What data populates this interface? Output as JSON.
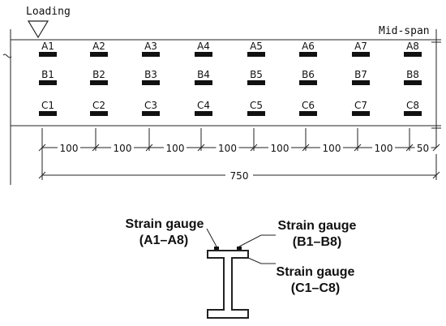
{
  "top_labels": {
    "loading": "Loading",
    "midspan": "Mid-span"
  },
  "gauges": {
    "row_a": [
      "A1",
      "A2",
      "A3",
      "A4",
      "A5",
      "A6",
      "A7",
      "A8"
    ],
    "row_b": [
      "B1",
      "B2",
      "B3",
      "B4",
      "B5",
      "B6",
      "B7",
      "B8"
    ],
    "row_c": [
      "C1",
      "C2",
      "C3",
      "C4",
      "C5",
      "C6",
      "C7",
      "C8"
    ]
  },
  "dimensions": {
    "segments": [
      "100",
      "100",
      "100",
      "100",
      "100",
      "100",
      "100",
      "50"
    ],
    "total": "750"
  },
  "section": {
    "top_label_line1": "Strain gauge",
    "top_label_line2": "(A1–A8)",
    "mid_label_line1": "Strain gauge",
    "mid_label_line2": "(B1–B8)",
    "bottom_label_line1": "Strain gauge",
    "bottom_label_line2": "(C1–C8)"
  }
}
